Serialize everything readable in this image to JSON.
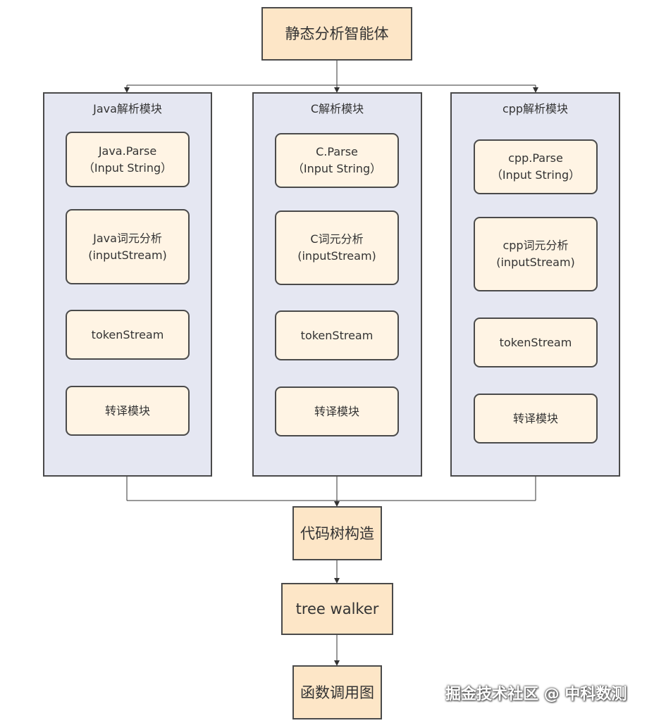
{
  "top": {
    "label": "静态分析智能体"
  },
  "modules": [
    {
      "title": "Java解析模块",
      "steps": [
        "Java.Parse\n（Input String）",
        "Java词元分析\n(inputStream)",
        "tokenStream",
        "转译模块"
      ]
    },
    {
      "title": "C解析模块",
      "steps": [
        "C.Parse\n（Input String）",
        "C词元分析\n(inputStream)",
        "tokenStream",
        "转译模块"
      ]
    },
    {
      "title": "cpp解析模块",
      "steps": [
        "cpp.Parse\n（Input String）",
        "cpp词元分析\n(inputStream)",
        "tokenStream",
        "转译模块"
      ]
    }
  ],
  "bottom": [
    {
      "label": "代码树构造"
    },
    {
      "label": "tree walker"
    },
    {
      "label": "函数调用图"
    }
  ],
  "watermark": "掘金技术社区 @ 中科数测",
  "colors": {
    "main_fill": "#fde6c7",
    "step_fill": "#fff4e4",
    "module_fill": "#e5e7f2",
    "stroke": "#4a4a4a",
    "connector": "#333333"
  }
}
